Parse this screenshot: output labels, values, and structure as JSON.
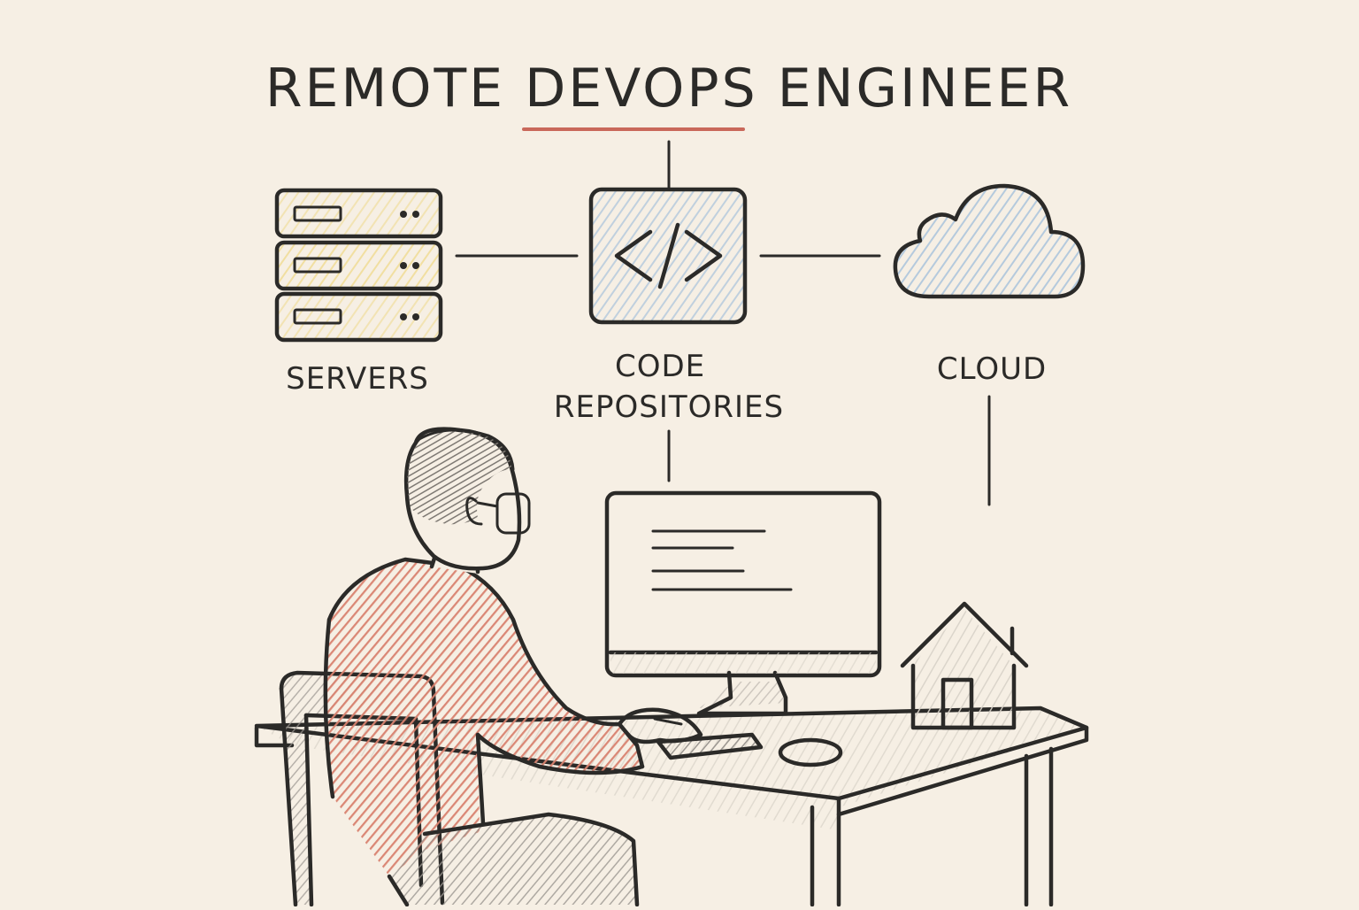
{
  "title": {
    "text_before": "REMOTE ",
    "text_highlight": "DEVOPS",
    "text_after": " ENGINEER",
    "underline_color": "#c9685a"
  },
  "nodes": {
    "servers": {
      "label": "SERVERS",
      "icon": "server-rack-icon",
      "tint": "#efd98a"
    },
    "code": {
      "label_line1": "CODE",
      "label_line2": "REPOSITORIES",
      "icon": "code-brackets-icon",
      "tint": "#a9c3dc"
    },
    "cloud": {
      "label": "CLOUD",
      "icon": "cloud-icon",
      "tint": "#a9c3dc"
    }
  },
  "scene": {
    "person_shirt_color": "#d9826f",
    "icons": [
      "person-icon",
      "monitor-icon",
      "keyboard-icon",
      "mouse-icon",
      "house-icon",
      "desk-icon",
      "chair-icon"
    ]
  }
}
